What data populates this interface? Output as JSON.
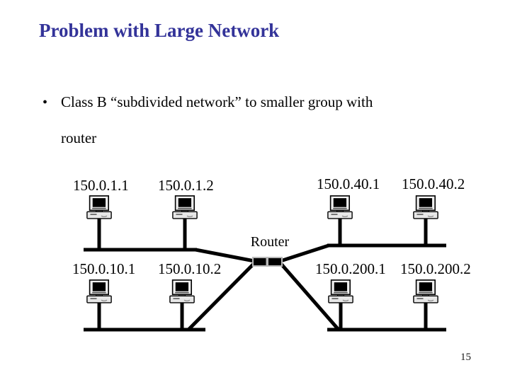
{
  "slide": {
    "title": "Problem with Large Network",
    "page_number": "15",
    "bullet": {
      "marker": "•",
      "lines": [
        "Class B “subdivided network” to smaller group with",
        "router"
      ]
    }
  },
  "diagram": {
    "router_label": "Router",
    "subnets": [
      {
        "hosts": [
          "150.0.1.1",
          "150.0.1.2"
        ]
      },
      {
        "hosts": [
          "150.0.40.1",
          "150.0.40.2"
        ]
      },
      {
        "hosts": [
          "150.0.10.1",
          "150.0.10.2"
        ]
      },
      {
        "hosts": [
          "150.0.200.1",
          "150.0.200.2"
        ]
      }
    ],
    "icons": {
      "host": "computer-icon",
      "router": "router-box-icon"
    }
  },
  "colors": {
    "background": "#ffffff",
    "title_text": "#333399",
    "body_text": "#000000",
    "network_line": "#000000",
    "computer_case": "#e7e7e7",
    "computer_screen": "#000000",
    "router_frame": "#b8b8b8",
    "router_fill": "#000000"
  }
}
